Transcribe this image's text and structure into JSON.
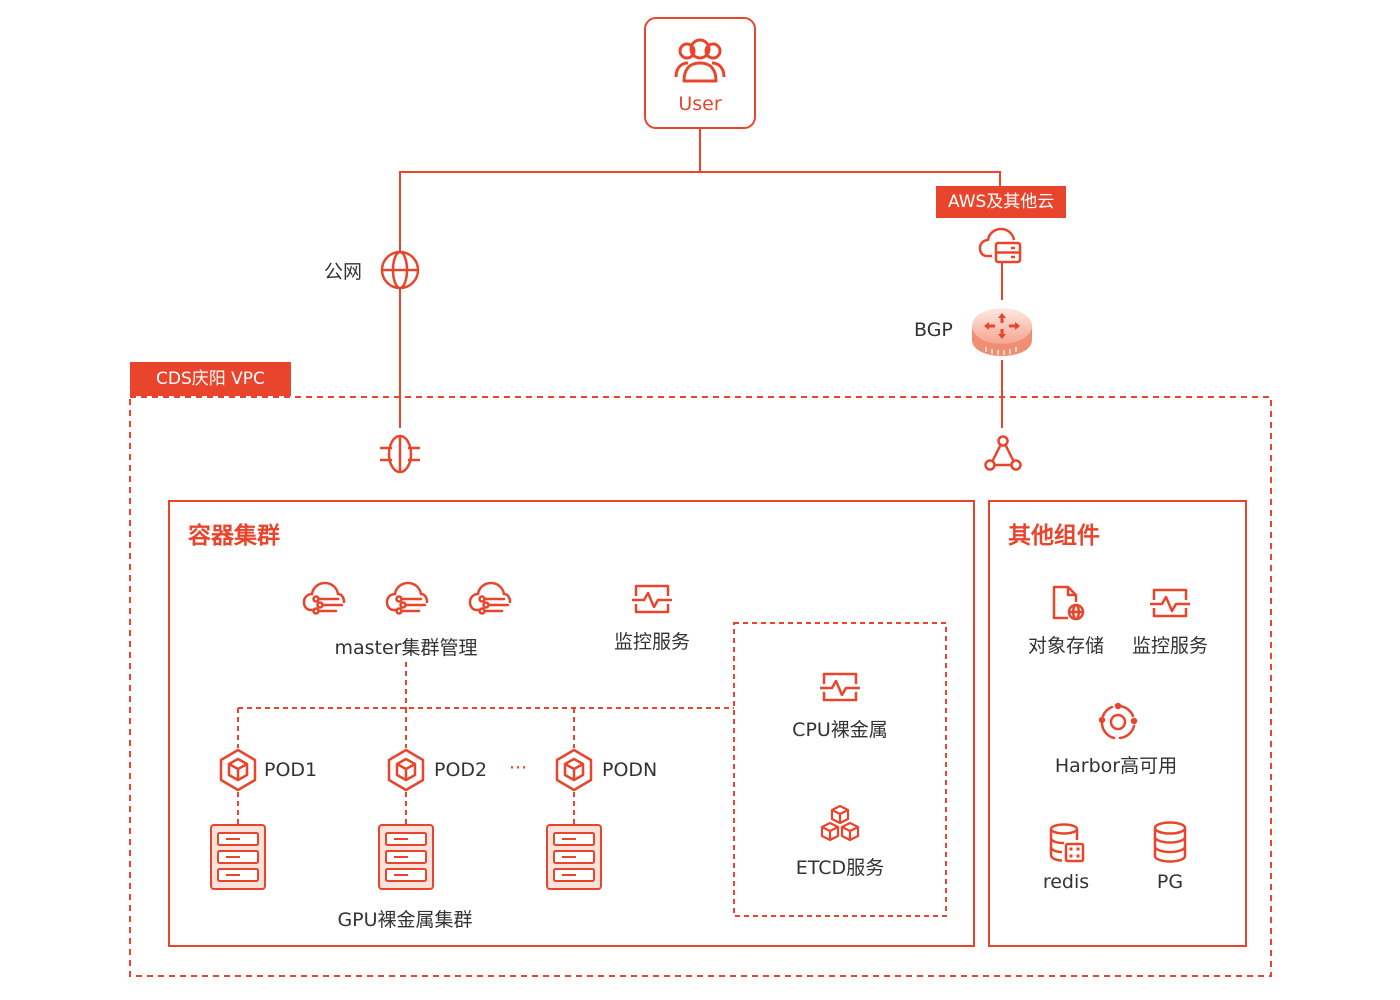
{
  "colors": {
    "accent": "#e8452c",
    "accent_light": "#fbe3dc",
    "text": "#333333"
  },
  "user": {
    "label": "User",
    "icon": "users-icon"
  },
  "internet": {
    "label": "公网",
    "icon": "globe-icon"
  },
  "other_cloud": {
    "tag": "AWS及其他云",
    "icon": "cloud-server-icon"
  },
  "bgp": {
    "label": "BGP",
    "icon": "router-icon"
  },
  "vpc": {
    "tag": "CDS庆阳 VPC",
    "gateway_icon": "internet-gateway-icon",
    "network_icon": "network-node-icon"
  },
  "container_cluster": {
    "title": "容器集群",
    "master_label": "master集群管理",
    "monitor_label": "监控服务",
    "pods": [
      {
        "label": "POD1"
      },
      {
        "label": "POD2"
      },
      {
        "label": "PODN"
      }
    ],
    "ellipsis": "···",
    "gpu_label": "GPU裸金属集群",
    "cpu_label": "CPU裸金属",
    "etcd_label": "ETCD服务"
  },
  "other_components": {
    "title": "其他组件",
    "object_storage": "对象存储",
    "monitor": "监控服务",
    "harbor": "Harbor高可用",
    "redis": "redis",
    "pg": "PG"
  }
}
